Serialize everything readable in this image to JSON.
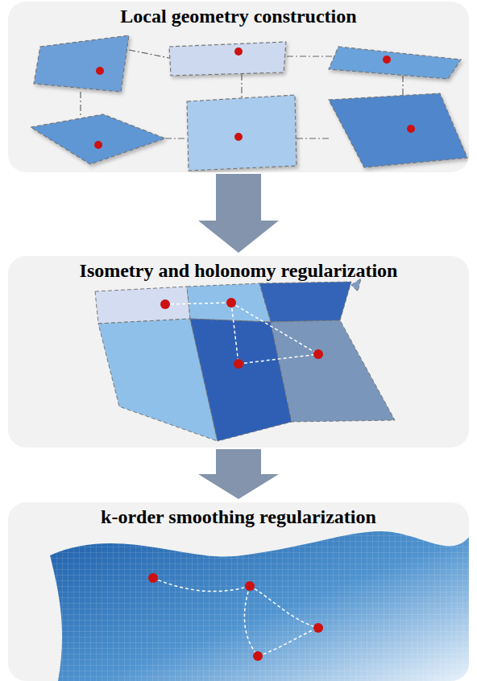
{
  "diagram": {
    "nodes": [
      {
        "text": [
          "Local geometry construction"
        ]
      },
      {
        "text": [
          "Isometry and holonomy regularization"
        ]
      },
      {
        "text": [
          "k-order smoothing regularization"
        ]
      }
    ],
    "edges": [
      {
        "from": 0,
        "to": 1,
        "arrow": "to"
      },
      {
        "from": 1,
        "to": 2,
        "arrow": "to"
      }
    ]
  }
}
